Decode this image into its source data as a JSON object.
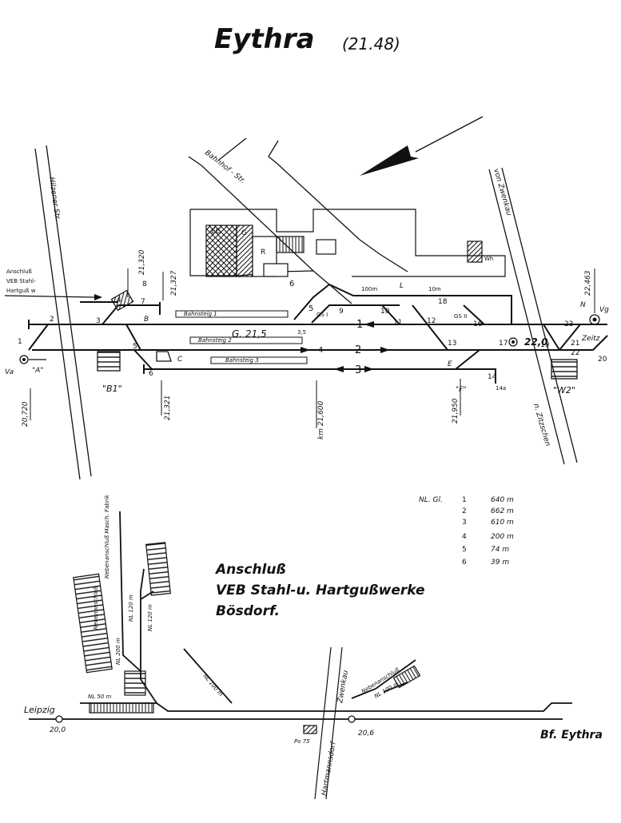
{
  "title": "Eythra",
  "title_km": "(21.48)",
  "streets": {
    "bahnhof_str": "Bahnhof - Str.",
    "hilzener_str": "Hilzener Str.",
    "von_zwenkau": "von Zwenkau",
    "n_zitzschen": "n. Zitzschen"
  },
  "connection": {
    "anschluss_line1": "Anschluß",
    "anschluss_line2": "VEB Stahl-",
    "anschluss_line3": "Hartguß w"
  },
  "km_marks": {
    "k21320": "21,320",
    "k21327": "21,327",
    "k20720": "20,720",
    "k21321": "21,321",
    "k21600": "km 21,600",
    "k21950": "21,950",
    "k22463": "22,463",
    "k215": "G. 21,5",
    "k220": "22,0"
  },
  "platforms": {
    "p1": "Bahnsteig 1",
    "p2": "Bahnsteig 2",
    "p3": "Bahnsteig 3"
  },
  "buildings": {
    "eg": "EG",
    "g": "G",
    "r": "R",
    "wh": "Wh",
    "b1": "\"B1\"",
    "w2": "\"W2\""
  },
  "signals": {
    "va": "Va",
    "vg": "Vg",
    "a_label": "\"A\"",
    "f_label": "\"F\"",
    "b": "B",
    "c": "C",
    "e": "E",
    "l": "L",
    "n": "N",
    "gs1": "GS I",
    "gs2": "GS II",
    "zeitz": "Zeitz",
    "len100": "100m",
    "len10": "10m",
    "s35": "3,5"
  },
  "switch_numbers": [
    "1",
    "2",
    "3",
    "4",
    "5",
    "6",
    "7",
    "8",
    "9",
    "10",
    "11",
    "12",
    "13",
    "14",
    "16",
    "17",
    "18",
    "19",
    "20",
    "21",
    "22",
    "23",
    "14a"
  ],
  "track_numbers": [
    "1",
    "2",
    "3",
    "4",
    "5",
    "6"
  ],
  "useful_lengths": {
    "header": "NL. Gl.",
    "rows": [
      {
        "track": "1",
        "length": "640 m"
      },
      {
        "track": "2",
        "length": "662 m"
      },
      {
        "track": "3",
        "length": "610 m"
      },
      {
        "track": "4",
        "length": "200 m"
      },
      {
        "track": "5",
        "length": "74 m"
      },
      {
        "track": "6",
        "length": "39 m"
      }
    ]
  },
  "siding": {
    "title_line1": "Anschluß",
    "title_line2": "VEB Stahl-u. Hartgußwerke",
    "title_line3": "Bösdorf.",
    "leipzig": "Leipzig",
    "km_200": "20,0",
    "km_206": "20,6",
    "bf_eythra": "Bf. Eythra",
    "po75": "Po 75",
    "zwenkau": "Zwenkau",
    "hartmannsdorf": "Hartmannsdorf",
    "nebenanschluss_1": "Nebenanschluß",
    "nebenanschluss_2": "Nebenanschluß",
    "nebenanschluss_fabrik": "Nebenanschluß Masch. Fabrik",
    "nl200": "NL 200 m",
    "nl120a": "NL 120 m",
    "nl120b": "NL 120 m",
    "nl100": "NL 100 m",
    "nl1": "NL 100 m",
    "nl_small": "NL 50 m"
  }
}
